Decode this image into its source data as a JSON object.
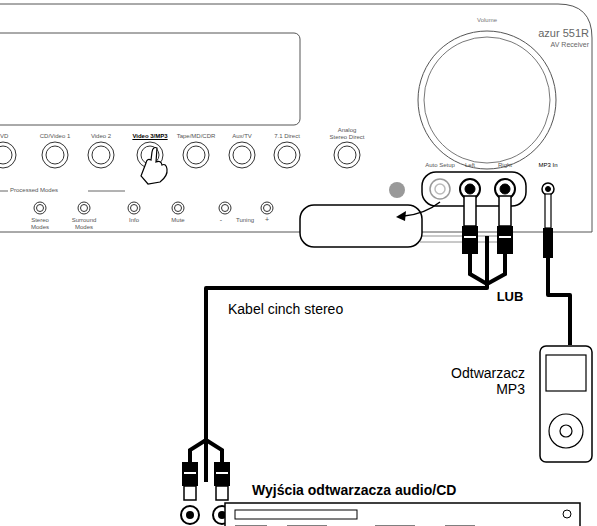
{
  "diagram": {
    "nodes": [
      {
        "text": [
          "azur 551R",
          "AV Receiver"
        ]
      },
      {
        "text": [
          "Odtwarzacz MP3"
        ]
      },
      {
        "text": [
          "Wyjścia odtwarzacza audio/CD"
        ]
      }
    ],
    "edges": [
      {
        "from": 2,
        "to": 0,
        "label": "Kabel cinch stereo",
        "arrow": "none"
      },
      {
        "from": 1,
        "to": 0,
        "arrow": "none"
      }
    ],
    "labels": [
      "Volume",
      "VD",
      "CD/Video 1",
      "Video 2",
      "Video 3/MP3",
      "Tape/MD/CDR",
      "Aux/TV",
      "7.1 Direct",
      "Analog Stereo Direct",
      "Processed Modes",
      "Stereo Modes",
      "Surround Modes",
      "Info",
      "Mute",
      "-",
      "Tuning",
      "+",
      "Auto Setup",
      "Left",
      "Right",
      "MP3 In",
      "LUB"
    ]
  }
}
